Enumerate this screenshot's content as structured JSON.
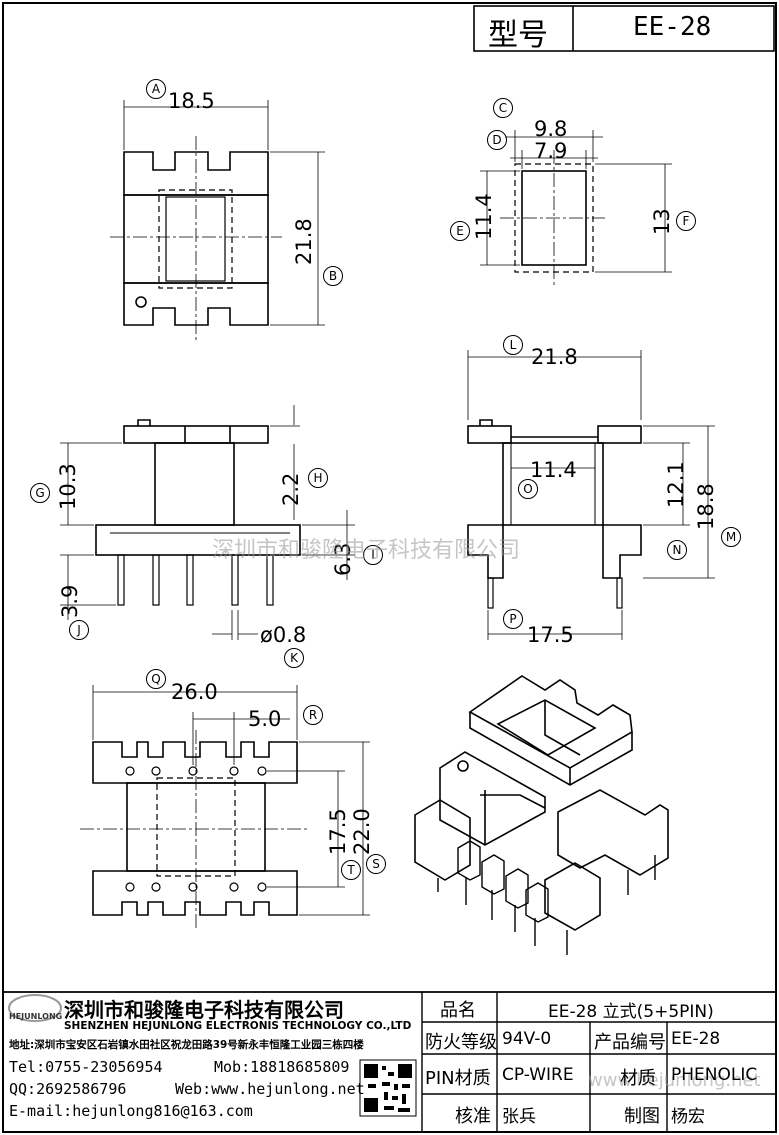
{
  "model": {
    "label": "型号",
    "value": "EE-28"
  },
  "dims": {
    "A": "18.5",
    "B": "21.8",
    "C_outer": "9.8",
    "D_inner": "7.9",
    "E": "11.4",
    "F": "13",
    "L": "21.8",
    "O": "11.4",
    "N": "12.1",
    "M": "18.8",
    "P": "17.5",
    "G": "10.3",
    "H": "2.2",
    "I": "6.3",
    "J": "3.9",
    "K": "ø0.8",
    "Q": "26.0",
    "R": "5.0",
    "T": "17.5",
    "S": "22.0"
  },
  "callouts": [
    "A",
    "B",
    "C",
    "D",
    "E",
    "F",
    "G",
    "H",
    "I",
    "J",
    "K",
    "L",
    "M",
    "N",
    "O",
    "P",
    "Q",
    "R",
    "S",
    "T"
  ],
  "watermark": {
    "center": "深圳市和骏隆电子科技有限公司",
    "footer": "www.hejunlong.net"
  },
  "company": {
    "logo_text": "HEJUNLONG",
    "name_cn": "深圳市和骏隆电子科技有限公司",
    "name_en": "SHENZHEN HEJUNLONG ELECTRONIS TECHNOLOGY CO.,LTD",
    "address": "地址:深圳市宝安区石岩镇水田社区祝龙田路39号新永丰恒隆工业园三栋四楼",
    "tel": "Tel:0755-23056954",
    "mob": "Mob:18818685809",
    "qq": "QQ:2692586796",
    "web": "Web:www.hejunlong.net",
    "email": "E-mail:hejunlong816@163.com"
  },
  "table": {
    "name_label": "品名",
    "name_value": "EE-28 立式(5+5PIN)",
    "fire_label": "防火等级",
    "fire_value": "94V-0",
    "code_label": "产品编号",
    "code_value": "EE-28",
    "pin_label": "PIN材质",
    "pin_value": "CP-WIRE",
    "material_label": "材质",
    "material_value": "PHENOLIC",
    "check_label": "核准",
    "check_value": "张兵",
    "draw_label": "制图",
    "draw_value": "杨宏"
  }
}
